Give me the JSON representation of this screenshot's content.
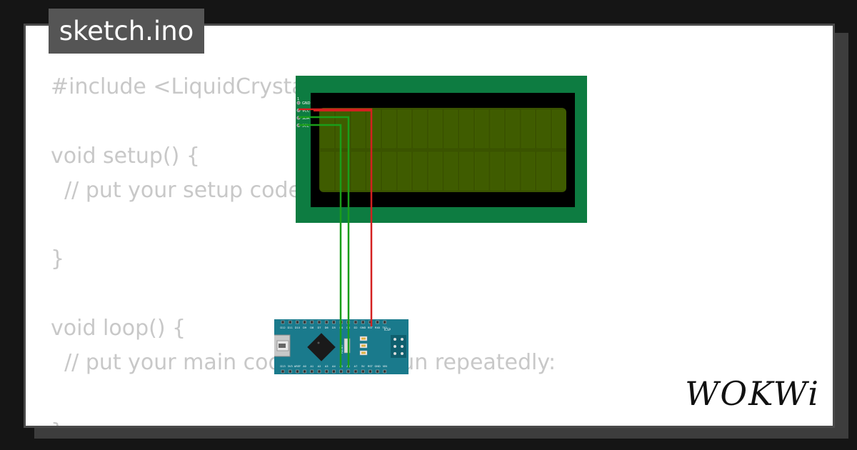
{
  "tab": {
    "filename": "sketch.ino"
  },
  "code_lines": [
    "#include <LiquidCrystal_I2C.h>",
    "",
    "void setup() {",
    "  // put your setup code here, to run once:",
    "",
    "}",
    "",
    "void loop() {",
    "  // put your main code here, to run repeatedly:",
    "",
    "}"
  ],
  "lcd": {
    "pin_labels": [
      "GND",
      "VCC",
      "SDA",
      "SCL"
    ],
    "colors": {
      "board": "#0d7c41",
      "screen": "#3a5300"
    }
  },
  "arduino": {
    "top_header_labels": [
      "D12",
      "D11",
      "D10",
      "D9",
      "D8",
      "D7",
      "D6",
      "D5",
      "D4",
      "D3",
      "D2",
      "GND",
      "RST",
      "RX0",
      "TX1"
    ],
    "bottom_header_labels": [
      "D13",
      "3V3",
      "AREF",
      "A0",
      "A1",
      "A2",
      "A3",
      "A4",
      "A5",
      "A6",
      "A7",
      "5V",
      "RST",
      "GND",
      "VIN"
    ],
    "reset_label": "RESET",
    "icsp_label": "ICSP"
  },
  "wire_colors": {
    "power": "#d42020",
    "signal": "#1a9e1a"
  },
  "logo": {
    "text": "WOKWi"
  }
}
